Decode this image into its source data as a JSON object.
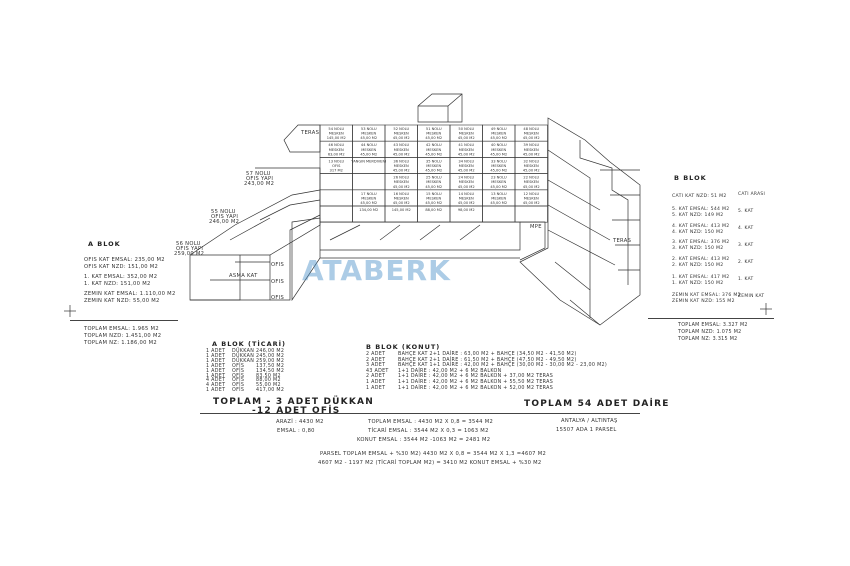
{
  "watermark": "ATABERK",
  "cells": {
    "row1": [
      {
        "no": "54 NOLU",
        "kind": "MESKEN",
        "area": "145,00 M2"
      },
      {
        "no": "53 NOLU",
        "kind": "MESKEN",
        "area": "45,00 M2"
      },
      {
        "no": "52 NOLU",
        "kind": "MESKEN",
        "area": "45,00 M2"
      },
      {
        "no": "51 NOLU",
        "kind": "MESKEN",
        "area": "45,00 M2"
      },
      {
        "no": "50 NOLU",
        "kind": "MESKEN",
        "area": "45,00 M2"
      },
      {
        "no": "49 NOLU",
        "kind": "MESKEN",
        "area": "45,00 M2"
      },
      {
        "no": "48 NOLU",
        "kind": "MESKEN",
        "area": "45,00 M2"
      }
    ],
    "row2": [
      {
        "no": "46 NOLU",
        "kind": "MESKEN",
        "area": "63,00 M2"
      },
      {
        "no": "44 NOLU",
        "kind": "MESKEN",
        "area": "45,00 M2"
      },
      {
        "no": "43 NOLU",
        "kind": "MESKEN",
        "area": "45,00 M2"
      },
      {
        "no": "42 NOLU",
        "kind": "MESKEN",
        "area": "45,00 M2"
      },
      {
        "no": "41 NOLU",
        "kind": "MESKEN",
        "area": "45,00 M2"
      },
      {
        "no": "40 NOLU",
        "kind": "MESKEN",
        "area": "45,00 M2"
      },
      {
        "no": "39 NOLU",
        "kind": "MESKEN",
        "area": "45,00 M2"
      }
    ],
    "row3": [
      {
        "no": "13 NOLU",
        "kind": "OFIS",
        "area": "317 M2"
      },
      {
        "no": "",
        "kind": "YANGIN MERDIVENI",
        "area": ""
      },
      {
        "no": "36 NOLU",
        "kind": "MESKEN",
        "area": "45,00 M2"
      },
      {
        "no": "35 NOLU",
        "kind": "MESKEN",
        "area": "45,00 M2"
      },
      {
        "no": "34 NOLU",
        "kind": "MESKEN",
        "area": "45,00 M2"
      },
      {
        "no": "33 NOLU",
        "kind": "MESKEN",
        "area": "45,00 M2"
      },
      {
        "no": "32 NOLU",
        "kind": "MESKEN",
        "area": "45,00 M2"
      }
    ],
    "row4": [
      {
        "no": "",
        "kind": "",
        "area": ""
      },
      {
        "no": "",
        "kind": "",
        "area": ""
      },
      {
        "no": "26 NOLU",
        "kind": "MESKEN",
        "area": "45,00 M2"
      },
      {
        "no": "25 NOLU",
        "kind": "MESKEN",
        "area": "45,00 M2"
      },
      {
        "no": "24 NOLU",
        "kind": "MESKEN",
        "area": "45,00 M2"
      },
      {
        "no": "23 NOLU",
        "kind": "MESKEN",
        "area": "45,00 M2"
      },
      {
        "no": "22 NOLU",
        "kind": "MESKEN",
        "area": "45,00 M2"
      }
    ],
    "row5": [
      {
        "no": "",
        "kind": "",
        "area": ""
      },
      {
        "no": "17 NOLU",
        "kind": "MESKEN",
        "area": "45,00 M2"
      },
      {
        "no": "16 NOLU",
        "kind": "MESKEN",
        "area": "45,00 M2"
      },
      {
        "no": "15 NOLU",
        "kind": "MESKEN",
        "area": "45,00 M2"
      },
      {
        "no": "14 NOLU",
        "kind": "MESKEN",
        "area": "45,00 M2"
      },
      {
        "no": "13 NOLU",
        "kind": "MESKEN",
        "area": "45,00 M2"
      },
      {
        "no": "12 NOLU",
        "kind": "MESKEN",
        "area": "45,00 M2"
      }
    ],
    "row6": [
      {
        "no": "",
        "kind": "",
        "area": ""
      },
      {
        "no": "",
        "kind": "",
        "area": "134,00 M2"
      },
      {
        "no": "",
        "kind": "",
        "area": "145,00 M2"
      },
      {
        "no": "",
        "kind": "",
        "area": "88,00 M2"
      },
      {
        "no": "",
        "kind": "",
        "area": "98,00 M2"
      },
      {
        "no": "",
        "kind": "",
        "area": ""
      },
      {
        "no": "",
        "kind": "",
        "area": ""
      }
    ]
  },
  "diagram_labels": {
    "teras_left": "TERAS",
    "teras_right": "TERAS",
    "nolu_ofis_1": "57 NOLU",
    "nolu_ofis_1b": "OFIS YAPI",
    "nolu_ofis_1c": "243,00 M2",
    "nolu_ofis_2": "55 NOLU",
    "nolu_ofis_2b": "OFIS YAPI",
    "nolu_ofis_2c": "246,00 M2",
    "nolu_ofis_3": "56 NOLU",
    "nolu_ofis_3b": "OFIS YAPI",
    "nolu_ofis_3c": "259,00 M2",
    "asma_kat": "ASMA KAT",
    "ofis_1": "OFIS",
    "ofis_2": "OFIS",
    "ofis_3": "OFIS",
    "mpe": "MPE"
  },
  "a_blok_side": {
    "title": "A BLOK",
    "lines": [
      "OFIS KAT EMSAL: 235,00 M2",
      "OFIS KAT NZD: 151,00 M2",
      "1. KAT EMSAL: 352,00 M2",
      "1. KAT NZD: 151,00 M2",
      "ZEMIN KAT EMSAL: 1.110,00 M2",
      "ZEMIN KAT NZD: 55,00 M2"
    ],
    "totals": [
      "TOPLAM EMSAL: 1.965 M2",
      "TOPLAM NZD: 1.451,00 M2",
      "TOPLAM NZ: 1.186,00 M2"
    ]
  },
  "b_blok_side": {
    "title": "B BLOK",
    "lines": [
      "CATI KAT NZD: 51 M2",
      "5. KAT EMSAL: 544 M2",
      "5. KAT NZD: 149 M2",
      "4. KAT EMSAL: 413 M2",
      "4. KAT NZD: 150 M2",
      "3. KAT EMSAL: 376 M2",
      "3. KAT NZD: 150 M2",
      "2. KAT EMSAL: 413 M2",
      "2. KAT NZD: 150 M2",
      "1. KAT EMSAL: 417 M2",
      "1. KAT NZD: 150 M2",
      "ZEMIN KAT EMSAL: 376 M2",
      "ZEMIN KAT NZD: 155 M2"
    ],
    "floor_tags": [
      "CATI ARASI",
      "5. KAT",
      "4. KAT",
      "3. KAT",
      "2. KAT",
      "1. KAT",
      "ZEMIN KAT"
    ],
    "totals": [
      "TOPLAM EMSAL: 3.327 M2",
      "TOPLAM NZD: 1.075 M2",
      "TOPLAM NZ: 3.315 M2"
    ]
  },
  "a_blok_ticari": {
    "title": "A BLOK (TİCARİ)",
    "rows": [
      [
        "1 ADET",
        "DÜKKAN",
        "246,00 M2"
      ],
      [
        "1 ADET",
        "DÜKKAN",
        "245,00 M2"
      ],
      [
        "1 ADET",
        "DÜKKAN",
        "259,00 M2"
      ],
      [
        "1 ADET",
        "OFİS",
        "137,50 M2"
      ],
      [
        "1 ADET",
        "OFİS",
        "134,50 M2"
      ],
      [
        "1 ADET",
        "OFİS",
        "83,50 M2"
      ],
      [
        "4 ADET",
        "OFİS",
        "88,00 M2"
      ],
      [
        "4 ADET",
        "OFİS",
        "55,00 M2"
      ],
      [
        "1 ADET",
        "OFİS",
        "417,00 M2"
      ]
    ],
    "total_1": "TOPLAM  - 3 ADET DÜKKAN",
    "total_2": "-12 ADET OFİS"
  },
  "b_blok_konut": {
    "title": "B BLOK (KONUT)",
    "rows": [
      [
        "2 ADET",
        "BAHÇE KAT 2+1 DAİRE : 63,00 M2 + BAHÇE (34,50 M2 - 41,50 M2)"
      ],
      [
        "2 ADET",
        "BAHÇE KAT 2+1 DAİRE : 61,50 M2 + BAHÇE (47,50 M2 - 49,50 M2)"
      ],
      [
        "3 ADET",
        "BAHÇE KAT 1+1 DAİRE : 42,00 M2 + BAHÇE (30,00 M2 - 30,00 M2 - 23,00 M2)"
      ],
      [
        "43 ADET",
        "1+1   DAİRE : 42,00 M2 + 6 M2  BALKON"
      ],
      [
        "2 ADET",
        "1+1   DAİRE : 42,00 M2 + 6 M2  BALKON + 37,00 M2  TERAS"
      ],
      [
        "1 ADET",
        "1+1   DAİRE : 42,00 M2 + 6 M2  BALKON + 55,50 M2  TERAS"
      ],
      [
        "1 ADET",
        "1+1   DAİRE : 42,00 M2 + 6 M2  BALKON + 52,00 M2  TERAS"
      ]
    ],
    "total": "TOPLAM 54 ADET DAİRE"
  },
  "summary": {
    "arazi": "ARAZİ : 4430 M2",
    "emsal": "EMSAL : 0,80",
    "toplam_emsal": "TOPLAM EMSAL : 4430 M2 X 0,8 = 3544 M2",
    "ticari_emsal": "TİCARİ EMSAL : 3544 M2 X 0,3 = 1063 M2",
    "konut_emsal": "KONUT EMSAL : 3544 M2 -1063 M2 = 2481 M2",
    "location": "ANTALYA / ALTINTAŞ",
    "parcel": "15507 ADA 1 PARSEL",
    "parsel_line_1": "PARSEL TOPLAM EMSAL + %30 M2) 4430 M2 X 0,8 = 3544 M2 X 1,3 =4607 M2",
    "parsel_line_2": "4607 M2  - 1197 M2 (TİCARİ TOPLAM M2) = 3410 M2 KONUT EMSAL + %30 M2"
  }
}
